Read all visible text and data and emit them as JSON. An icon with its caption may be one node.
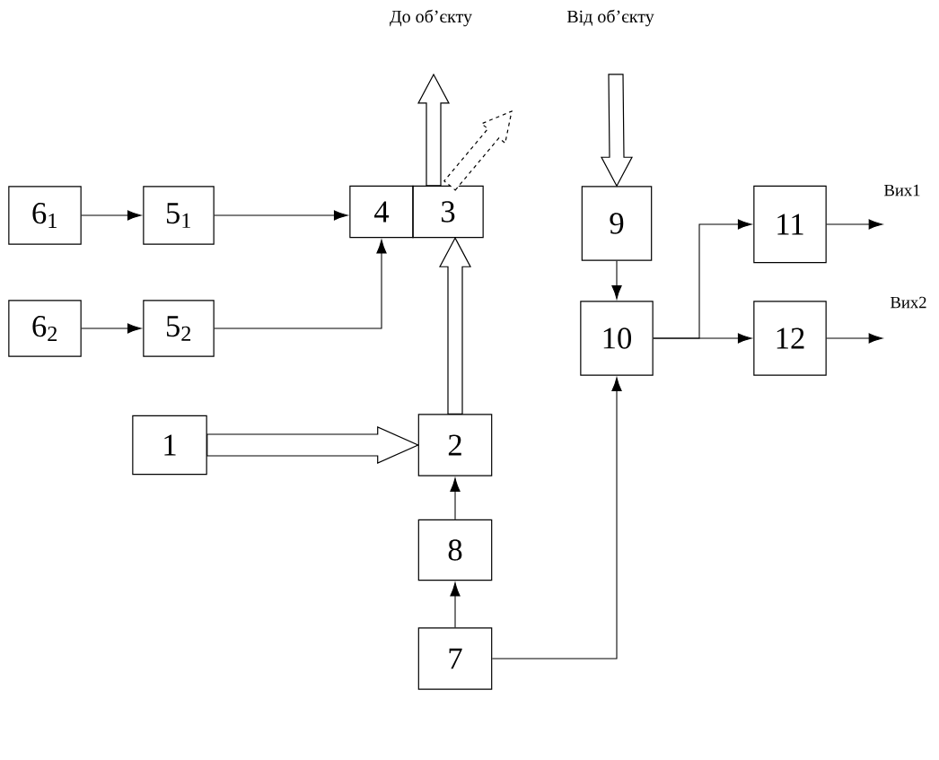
{
  "diagram": {
    "nodes": [
      {
        "text": [
          "6$_{1}$"
        ]
      },
      {
        "text": [
          "5$_{1}$"
        ]
      },
      {
        "text": [
          "4"
        ]
      },
      {
        "text": [
          "3"
        ]
      },
      {
        "text": [
          "6$_{2}$"
        ]
      },
      {
        "text": [
          "5$_{2}$"
        ]
      },
      {
        "text": [
          "1"
        ]
      },
      {
        "text": [
          "2"
        ]
      },
      {
        "text": [
          "8"
        ]
      },
      {
        "text": [
          "7"
        ]
      },
      {
        "text": [
          "9"
        ]
      },
      {
        "text": [
          "10"
        ]
      },
      {
        "text": [
          "11"
        ]
      },
      {
        "text": [
          "12"
        ]
      },
      {
        "text": [
          "До об’єкту"
        ]
      },
      {
        "text": [
          "Від об’єкту"
        ]
      }
    ],
    "edges": [
      {
        "from": 0,
        "to": 1,
        "arrow": "to"
      },
      {
        "from": 1,
        "to": 2,
        "arrow": "to"
      },
      {
        "from": 5,
        "to": 2,
        "arrow": "to"
      },
      {
        "from": 4,
        "to": 5,
        "arrow": "to"
      },
      {
        "from": 6,
        "to": 7,
        "arrow": "to",
        "style": "thick"
      },
      {
        "from": 7,
        "to": 3,
        "arrow": "to",
        "style": "thick"
      },
      {
        "from": 8,
        "to": 7,
        "arrow": "to"
      },
      {
        "from": 9,
        "to": 8,
        "arrow": "to"
      },
      {
        "from": 9,
        "to": 11,
        "arrow": "to"
      },
      {
        "from": 3,
        "to": 14,
        "arrow": "to",
        "style": "thick"
      },
      {
        "from": 3,
        "to": null,
        "arrow": "to",
        "style": "dashed"
      },
      {
        "from": 15,
        "to": 10,
        "arrow": "to",
        "style": "thick"
      },
      {
        "from": 10,
        "to": 11,
        "arrow": "to"
      },
      {
        "from": 11,
        "to": 12,
        "arrow": "to"
      },
      {
        "from": 11,
        "to": 13,
        "arrow": "to"
      },
      {
        "from": 12,
        "to": null,
        "arrow": "to"
      },
      {
        "from": 13,
        "to": null,
        "arrow": "to"
      }
    ],
    "labels": [
      "Вих1",
      "Вих2"
    ]
  }
}
